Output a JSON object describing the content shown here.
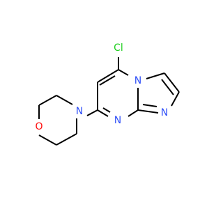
{
  "molecule": {
    "atoms": {
      "cl": "Cl",
      "n_bridge": "N",
      "n_imid": "N",
      "n_pyr": "N",
      "n_morph": "N",
      "o_morph": "O"
    },
    "colors": {
      "bond": "#000000",
      "chlorine": "#1fd01f",
      "nitrogen": "#3050f8",
      "oxygen": "#ff0d0d"
    }
  }
}
